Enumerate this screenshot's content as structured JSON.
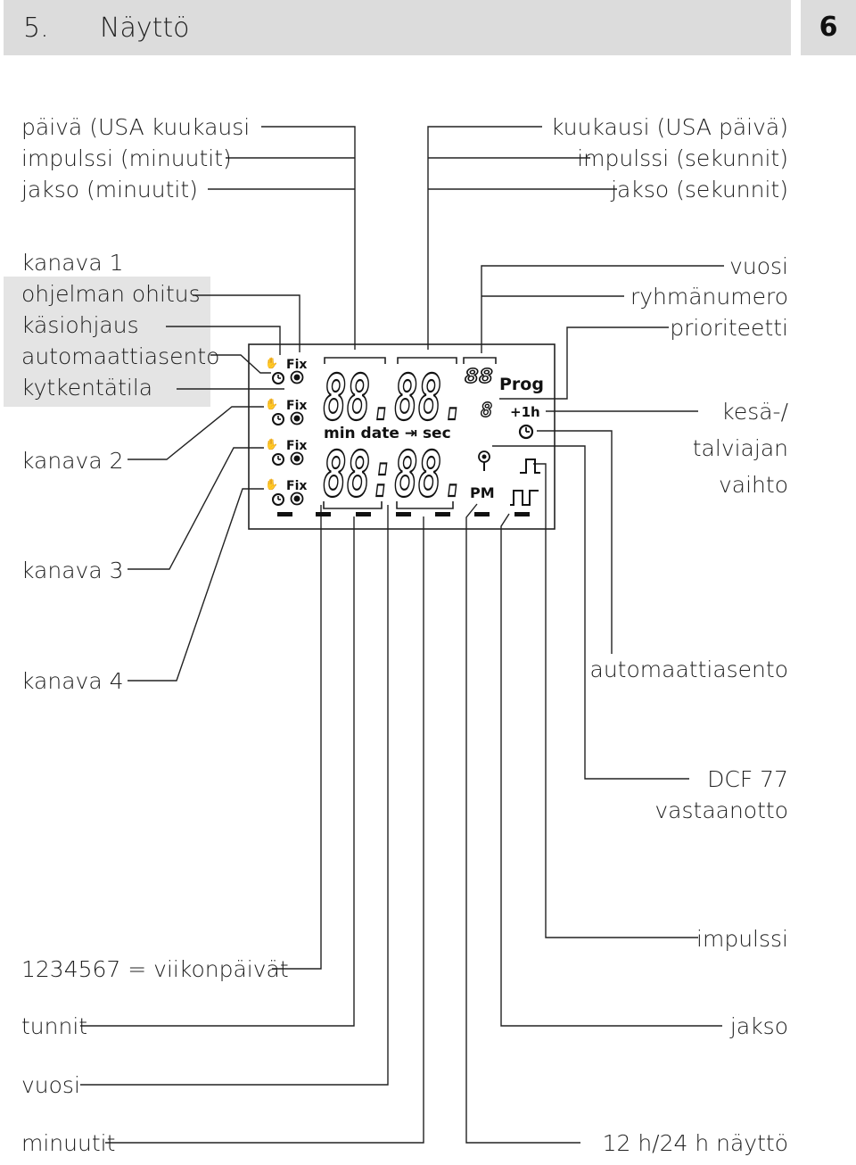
{
  "header": {
    "section_number": "5.",
    "title": "Näyttö",
    "page_number": "6"
  },
  "labels_left": {
    "top": [
      "päivä (USA kuukausi",
      "impulssi (minuutit)",
      "jakso (minuutit)"
    ],
    "channel1": [
      "kanava 1",
      "ohjelman ohitus",
      "käsiohjaus",
      "automaattiasento",
      "kytkentätila"
    ],
    "channel2": "kanava 2",
    "channel3": "kanava 3",
    "channel4": "kanava 4",
    "weekdays": "1234567 = viikonpäivät",
    "hours": "tunnit",
    "year": "vuosi",
    "minutes": "minuutit"
  },
  "labels_right": {
    "top": [
      "kuukausi (USA päivä)",
      "impulssi (sekunnit)",
      "jakso (sekunnit)"
    ],
    "year": "vuosi",
    "group": "ryhmänumero",
    "priority": "prioriteetti",
    "dst": [
      "kesä-/",
      "talviajan",
      "vaihto"
    ],
    "auto": "automaattiasento",
    "dcf": [
      "DCF 77",
      "vastaanotto"
    ],
    "impulse": "impulssi",
    "cycle": "jakso",
    "mode12_24": "12 h/24 h näyttö"
  },
  "lcd": {
    "fix": "Fix",
    "top_digits": "88.88.",
    "small_digits": "88",
    "prog": "Prog",
    "single_digit": "8",
    "plus1h": "+1h",
    "unit_labels": "min date ⇥ sec",
    "bottom_digits": "88:88.",
    "pm": "PM"
  }
}
